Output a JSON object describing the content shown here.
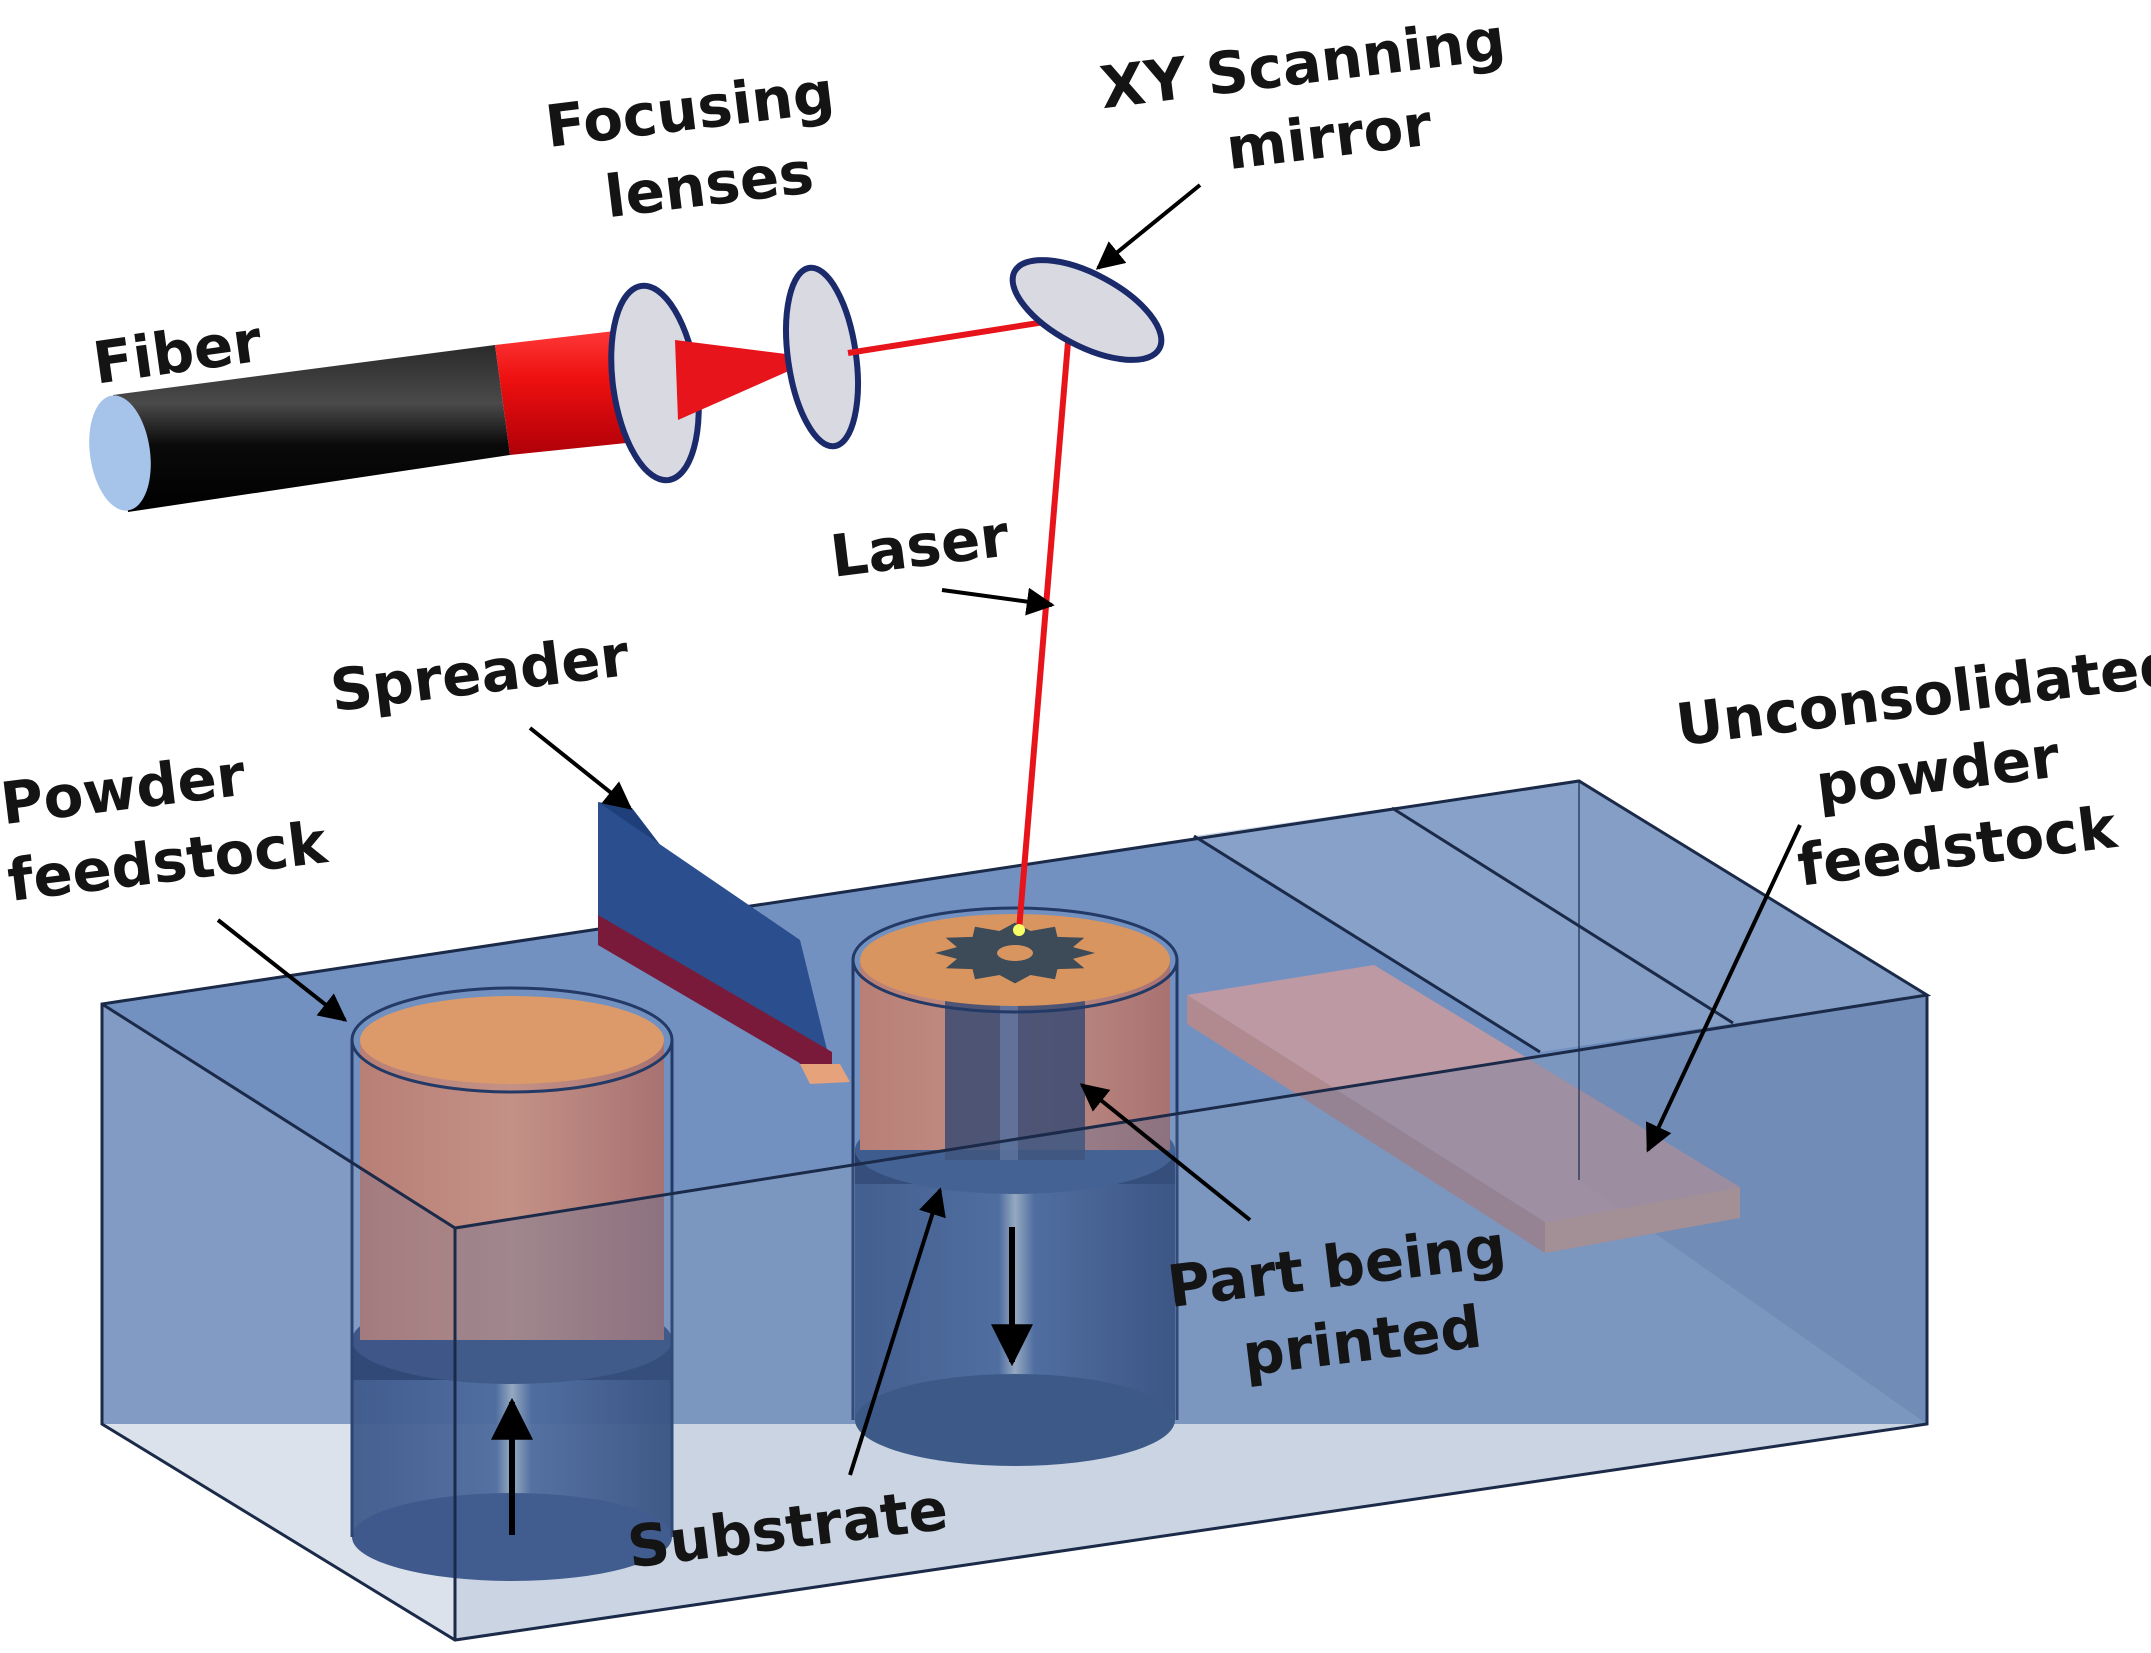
{
  "labels": {
    "fiber": "Fiber",
    "focusing_lenses": [
      "Focusing",
      "lenses"
    ],
    "xy_scanning_mirror": [
      "XY Scanning",
      "mirror"
    ],
    "laser": "Laser",
    "spreader": "Spreader",
    "powder_feedstock": [
      "Powder",
      "feedstock"
    ],
    "unconsolidated_powder_feedstock": [
      "Unconsolidated",
      "powder",
      "feedstock"
    ],
    "part_being_printed": [
      "Part being",
      "printed"
    ],
    "substrate": "Substrate"
  },
  "colors": {
    "laser": "#e8141c",
    "fiber_body": "#111111",
    "fiber_end": "#a6c3ea",
    "lens": "#d8d8e0",
    "tank": "#5d7fb4",
    "powder": "#d4906a",
    "spreader": "#2b4e8e",
    "part": "#3a4a72",
    "arrow": "#000000"
  },
  "motion": {
    "feed_piston": "up",
    "build_piston": "down"
  }
}
